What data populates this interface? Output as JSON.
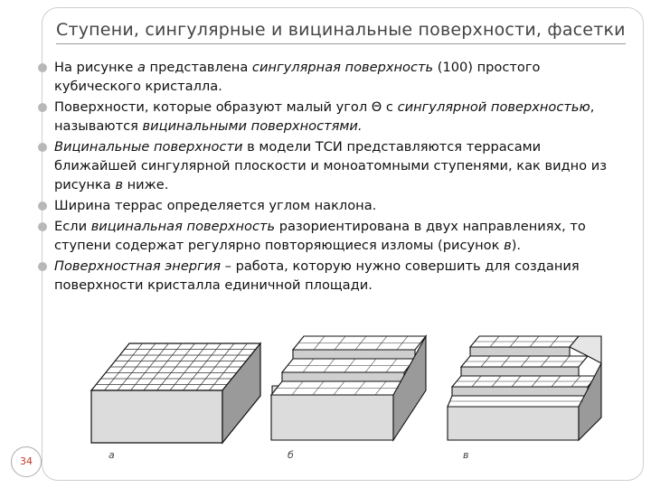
{
  "slide": {
    "title": "Ступени, сингулярные и вицинальные поверхности, фасетки",
    "page_number": "34"
  },
  "bullets": [
    {
      "parts": [
        {
          "t": "На рисунке ",
          "i": false
        },
        {
          "t": "а",
          "i": true
        },
        {
          "t": " представлена ",
          "i": false
        },
        {
          "t": "сингулярная поверхность",
          "i": true
        },
        {
          "t": " (100) простого кубического кристалла.",
          "i": false
        }
      ]
    },
    {
      "parts": [
        {
          "t": "Поверхности, которые образуют малый угол Θ с ",
          "i": false
        },
        {
          "t": "сингулярной поверхностью",
          "i": true
        },
        {
          "t": ", называются ",
          "i": false
        },
        {
          "t": "вицинальными поверхностями.",
          "i": true
        }
      ]
    },
    {
      "parts": [
        {
          "t": "Вицинальные поверхности",
          "i": true
        },
        {
          "t": " в модели ТСИ представляются террасами ближайшей сингулярной плоскости и моноатомными ступенями, как видно из рисунка ",
          "i": false
        },
        {
          "t": "в",
          "i": true
        },
        {
          "t": " ниже.",
          "i": false
        }
      ]
    },
    {
      "parts": [
        {
          "t": "Ширина террас определяется углом наклона.",
          "i": false
        }
      ]
    },
    {
      "parts": [
        {
          "t": "Если ",
          "i": false
        },
        {
          "t": "вицинальная поверхность",
          "i": true
        },
        {
          "t": " разориентирована в двух направлениях, то ступени содержат регулярно повторяющиеся изломы (рисунок ",
          "i": false
        },
        {
          "t": "в",
          "i": true
        },
        {
          "t": ").",
          "i": false
        }
      ]
    },
    {
      "parts": [
        {
          "t": "Поверхностная энергия",
          "i": true
        },
        {
          "t": " – работа, которую нужно совершить для создания поверхности кристалла единичной площади.",
          "i": false
        }
      ]
    }
  ],
  "figures": [
    {
      "label": "а"
    },
    {
      "label": "б"
    },
    {
      "label": "в"
    }
  ]
}
